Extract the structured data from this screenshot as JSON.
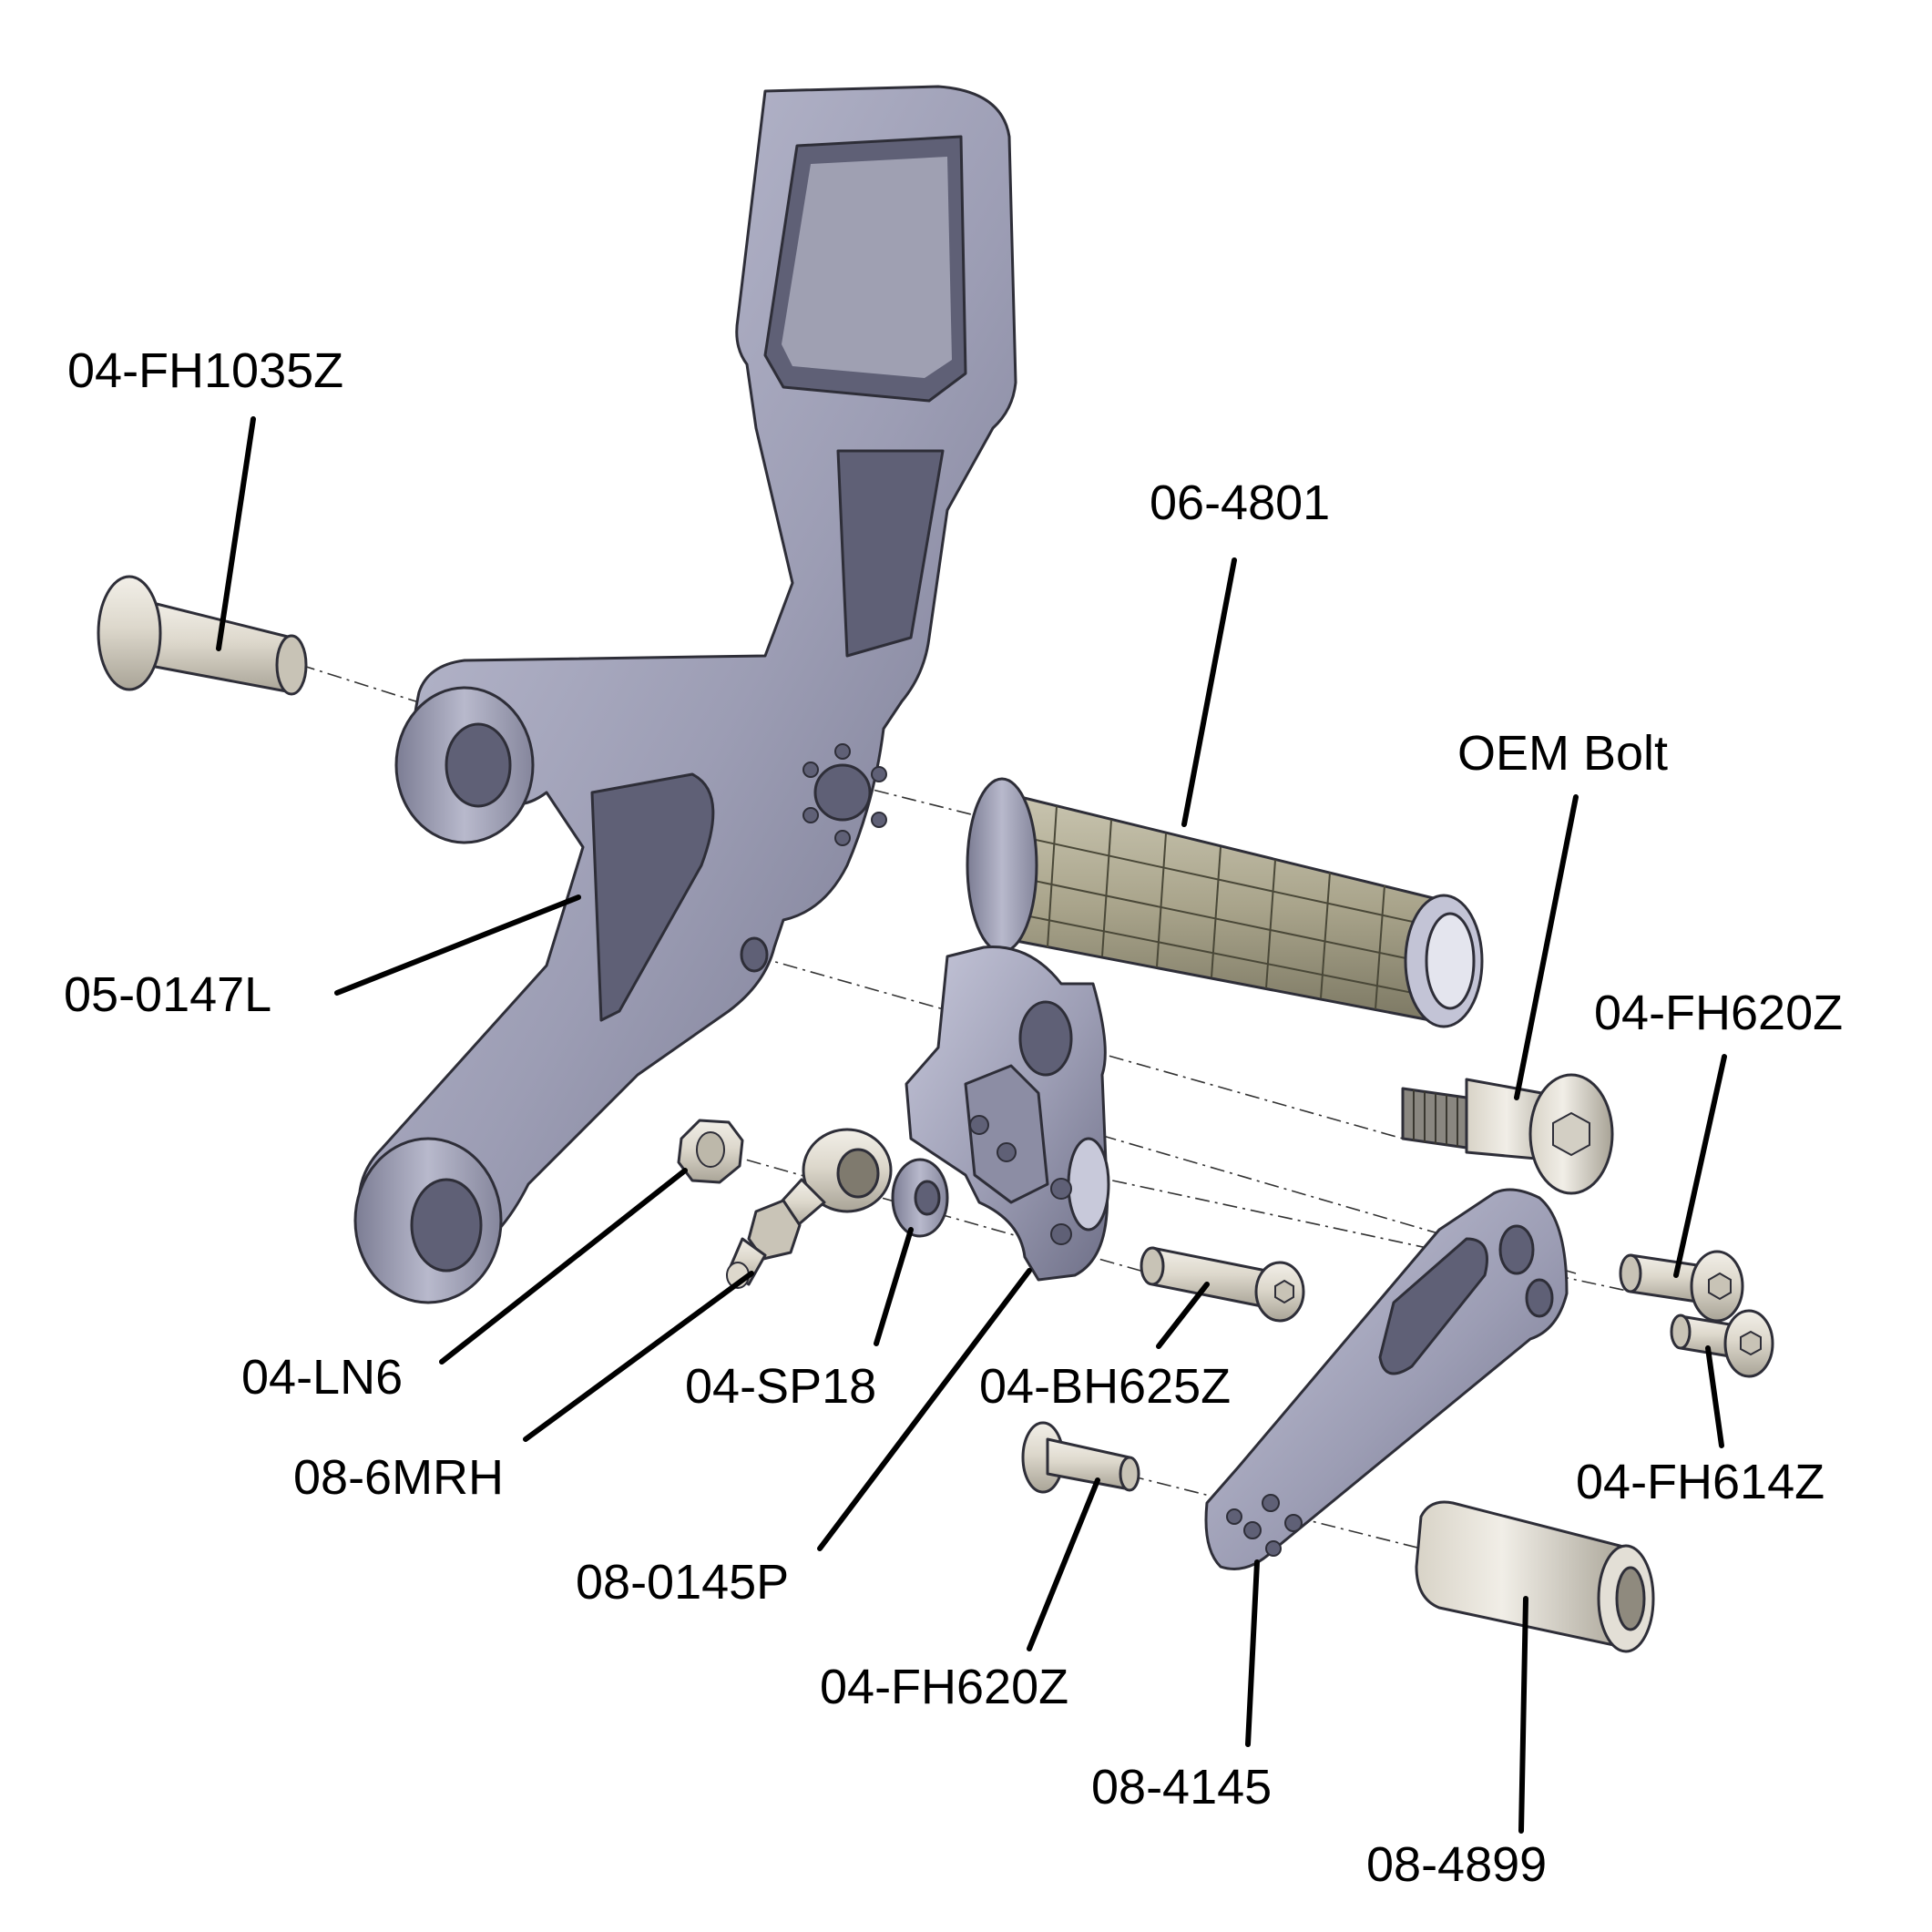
{
  "colors": {
    "metal": "#9c9db4",
    "metal_dark": "#6c6d84",
    "metal_light": "#d0d1e0",
    "hardware": "#d9d4c9",
    "grip_rubber": "#aaa58c",
    "edge": "#2e2e38"
  },
  "labels": {
    "fh1035z": "04-FH1035Z",
    "p064801": "06-4801",
    "oem_bolt": "OEM Bolt",
    "p050147l": "05-0147L",
    "fh620z_right": "04-FH620Z",
    "ln6": "04-LN6",
    "sp18": "04-SP18",
    "bh625z": "04-BH625Z",
    "mrh": "08-6MRH",
    "fh614z": "04-FH614Z",
    "p080145p": "08-0145P",
    "fh620z_bottom": "04-FH620Z",
    "p084145": "08-4145",
    "p084899": "08-4899"
  }
}
